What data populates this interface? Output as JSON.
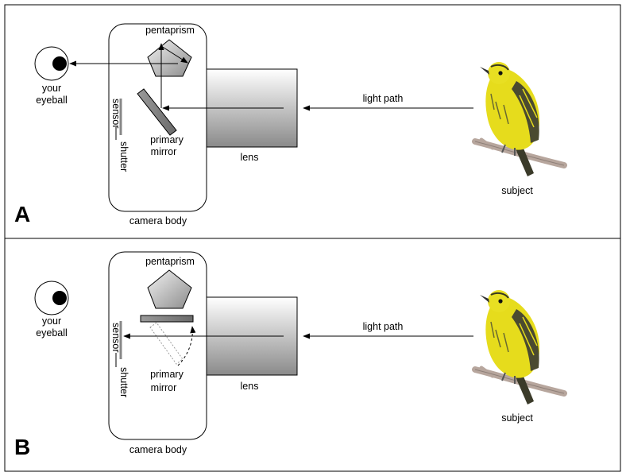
{
  "panels": [
    {
      "letter": "A",
      "pentaprism": "pentaprism",
      "eyeball_line1": "your",
      "eyeball_line2": "eyeball",
      "sensor": "sensor",
      "shutter": "shutter",
      "mirror_line1": "primary",
      "mirror_line2": "mirror",
      "lens": "lens",
      "light_path": "light path",
      "subject": "subject",
      "camera_body": "camera body"
    },
    {
      "letter": "B",
      "pentaprism": "pentaprism",
      "eyeball_line1": "your",
      "eyeball_line2": "eyeball",
      "sensor": "sensor",
      "shutter": "shutter",
      "mirror_line1": "primary",
      "mirror_line2": "mirror",
      "lens": "lens",
      "light_path": "light path",
      "subject": "subject",
      "camera_body": "camera body"
    }
  ],
  "colors": {
    "bird_yellow": "#e8e020",
    "bird_dark": "#3a3a22",
    "branch": "#b8a8a0"
  }
}
